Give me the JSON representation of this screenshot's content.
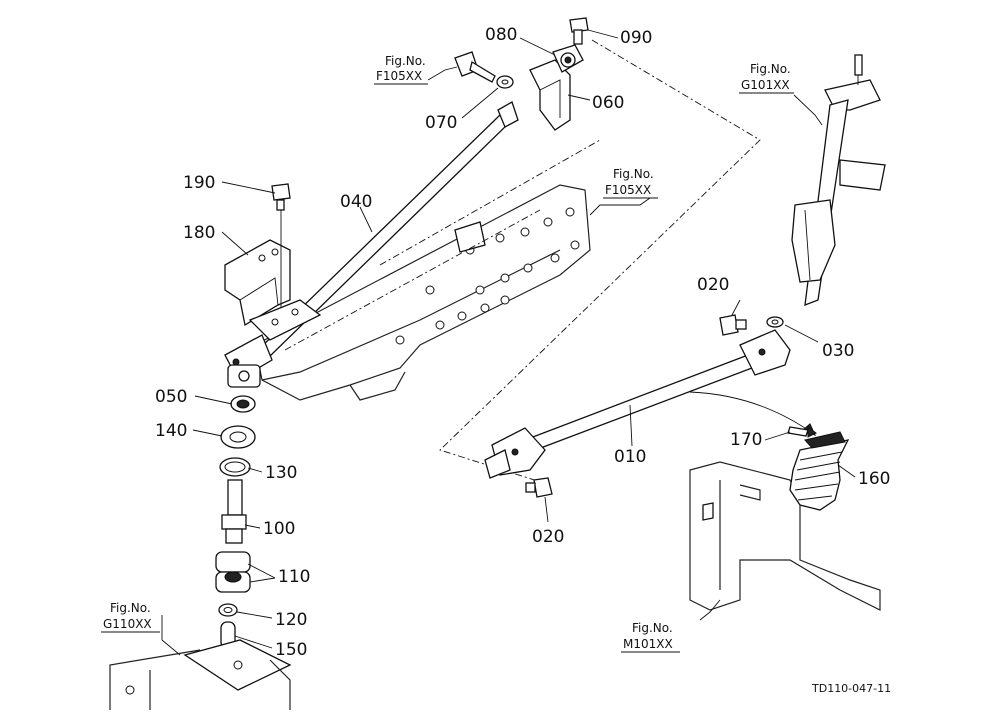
{
  "callouts": [
    {
      "id": "p010",
      "text": "010"
    },
    {
      "id": "p020a",
      "text": "020"
    },
    {
      "id": "p020b",
      "text": "020"
    },
    {
      "id": "p030",
      "text": "030"
    },
    {
      "id": "p040",
      "text": "040"
    },
    {
      "id": "p050",
      "text": "050"
    },
    {
      "id": "p060",
      "text": "060"
    },
    {
      "id": "p070",
      "text": "070"
    },
    {
      "id": "p080",
      "text": "080"
    },
    {
      "id": "p090",
      "text": "090"
    },
    {
      "id": "p100",
      "text": "100"
    },
    {
      "id": "p110",
      "text": "110"
    },
    {
      "id": "p120",
      "text": "120"
    },
    {
      "id": "p130",
      "text": "130"
    },
    {
      "id": "p140",
      "text": "140"
    },
    {
      "id": "p150",
      "text": "150"
    },
    {
      "id": "p160",
      "text": "160"
    },
    {
      "id": "p170",
      "text": "170"
    },
    {
      "id": "p180",
      "text": "180"
    },
    {
      "id": "p190",
      "text": "190"
    }
  ],
  "figure_refs": [
    {
      "id": "f1",
      "line1": "Fig.No.",
      "line2": "F105XX"
    },
    {
      "id": "f2",
      "line1": "Fig.No.",
      "line2": "F105XX"
    },
    {
      "id": "f3",
      "line1": "Fig.No.",
      "line2": "G101XX"
    },
    {
      "id": "f4",
      "line1": "Fig.No.",
      "line2": "G110XX"
    },
    {
      "id": "f5",
      "line1": "Fig.No.",
      "line2": "M101XX"
    }
  ],
  "drawing_code": "TD110-047-11"
}
